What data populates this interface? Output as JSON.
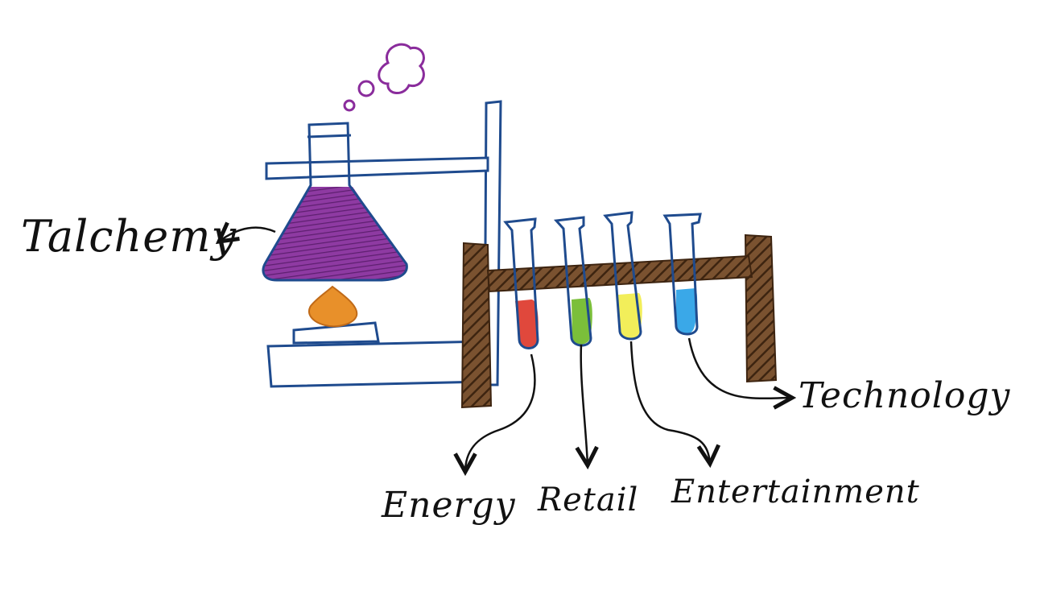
{
  "labels": {
    "flask": "Talchemy",
    "tubes": [
      "Energy",
      "Retail",
      "Entertainment",
      "Technology"
    ]
  },
  "colors": {
    "ink_blue": "#1f4b8e",
    "ink_black": "#111111",
    "wood_brown": "#5a3a1e",
    "potion_purple": "#7b2a8c",
    "smoke_purple": "#8a2c9c",
    "flame_orange": "#e8902a",
    "tube_red": "#e0483c",
    "tube_green": "#7bbf3a",
    "tube_yellow": "#f2ee5a",
    "tube_blue": "#3aa8e8"
  },
  "icons": [
    "smoke-cloud-icon",
    "flame-icon",
    "flask-icon",
    "test-tube-icon"
  ]
}
